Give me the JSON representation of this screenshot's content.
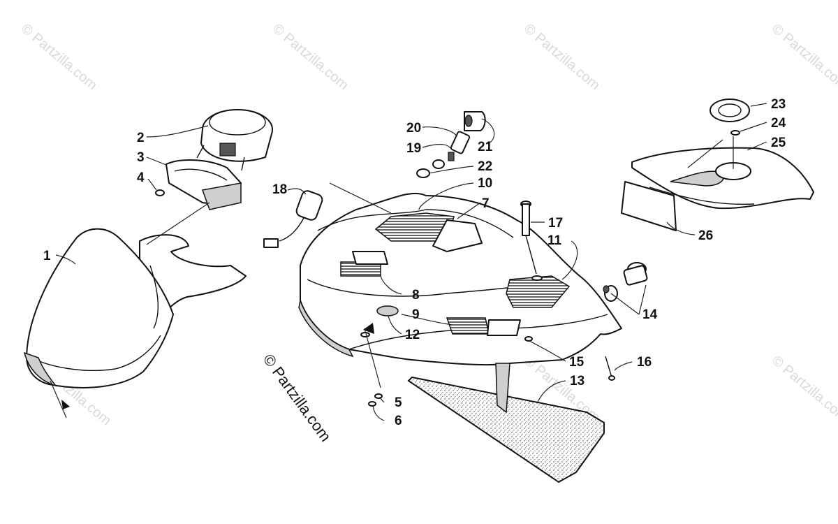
{
  "watermark": {
    "text": "© Partzilla.com"
  },
  "callouts": [
    "1",
    "2",
    "3",
    "4",
    "5",
    "6",
    "7",
    "8",
    "9",
    "10",
    "11",
    "12",
    "13",
    "14",
    "15",
    "16",
    "17",
    "18",
    "19",
    "20",
    "21",
    "22",
    "23",
    "24",
    "25",
    "26"
  ]
}
